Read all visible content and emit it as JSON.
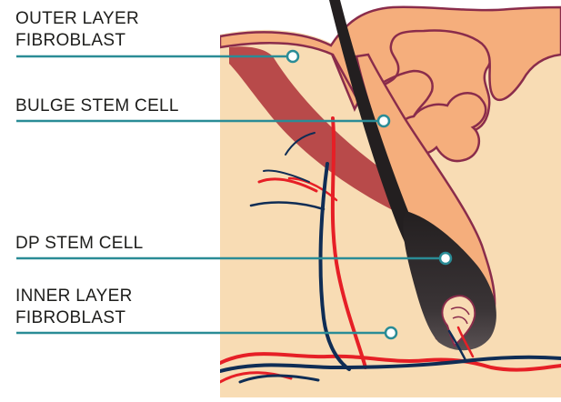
{
  "labels": {
    "outer_line1": "OUTER LAYER",
    "outer_line2": "FIBROBLAST",
    "bulge": "BULGE STEM CELL",
    "dp": "DP STEM CELL",
    "inner_line1": "INNER LAYER",
    "inner_line2": "FIBROBLAST"
  },
  "colors": {
    "skin": "#f8dcb4",
    "epidermis": "#f5ae7c",
    "epidermis_outline": "#8a2c4b",
    "muscle": "#b84a4a",
    "hair": "#231f20",
    "artery": "#e61f26",
    "vein": "#0f2d55",
    "leader": "#2a8c96"
  }
}
